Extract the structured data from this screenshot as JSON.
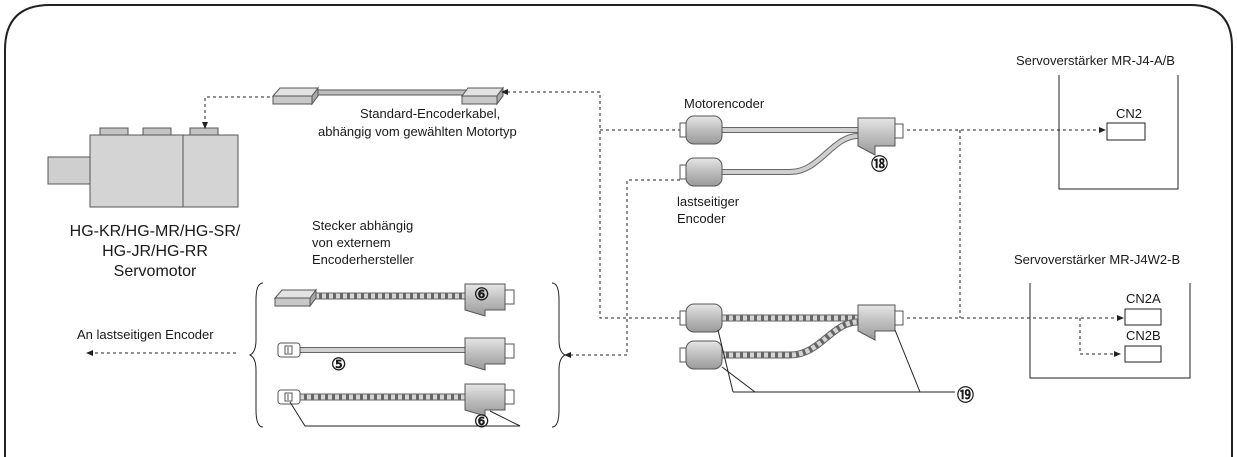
{
  "labels": {
    "cable_line1": "Standard-Encoderkabel,",
    "cable_line2": "abhängig vom gewählten Motortyp",
    "motor_line1": "HG-KR/HG-MR/HG-SR/",
    "motor_line2": "HG-JR/HG-RR",
    "motor_line3": "Servomotor",
    "connector_line1": "Stecker abhängig",
    "connector_line2": "von externem",
    "connector_line3": "Encoderhersteller",
    "load_side_encoder": "An lastseitigen Encoder",
    "motor_encoder": "Motorencoder",
    "load_encoder_line1": "lastseitiger",
    "load_encoder_line2": "Encoder",
    "amp1_title": "Servoverstärker MR-J4-A/B",
    "amp1_port": "CN2",
    "amp2_title": "Servoverstärker MR-J4W2-B",
    "amp2_port_a": "CN2A",
    "amp2_port_b": "CN2B"
  },
  "numbers": {
    "n5": "⑤",
    "n6a": "⑥",
    "n6b": "⑥",
    "n18": "⑱",
    "n19": "⑲"
  }
}
